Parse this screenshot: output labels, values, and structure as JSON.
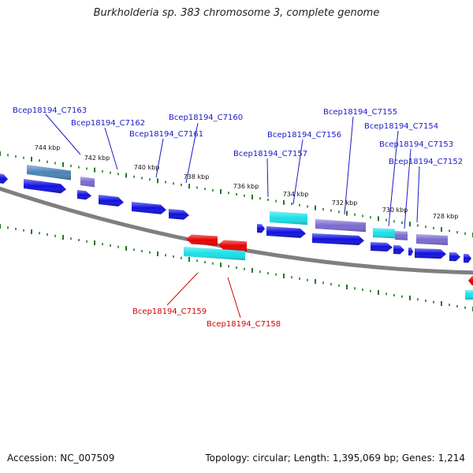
{
  "title": "Burkholderia sp. 383 chromosome 3, complete genome",
  "footer": {
    "accession": "Accession: NC_007509",
    "summary": "Topology: circular; Length: 1,395,069 bp; Genes: 1,214"
  },
  "colors": {
    "backbone": "#7f7f7f",
    "tick": "#1f7a1f",
    "tick_label": "#111111",
    "forward_label": "#1b1bc8",
    "reverse_label": "#d40000",
    "cds_blue": "#1010e0",
    "cds_cyan": "#18e0e8",
    "cds_purple": "#7a6ad0",
    "cds_steel": "#4a84b4",
    "cds_red": "#e80000"
  },
  "scale_labels": [
    "744 kbp",
    "742 kbp",
    "740 kbp",
    "738 kbp",
    "736 kbp",
    "734 kbp",
    "732 kbp",
    "730 kbp",
    "728 kbp"
  ],
  "forward_genes": [
    "Bcep18194_C7163",
    "Bcep18194_C7162",
    "Bcep18194_C7161",
    "Bcep18194_C7160",
    "Bcep18194_C7157",
    "Bcep18194_C7156",
    "Bcep18194_C7155",
    "Bcep18194_C7154",
    "Bcep18194_C7153",
    "Bcep18194_C7152"
  ],
  "reverse_genes": [
    "Bcep18194_C7159",
    "Bcep18194_C7158"
  ]
}
